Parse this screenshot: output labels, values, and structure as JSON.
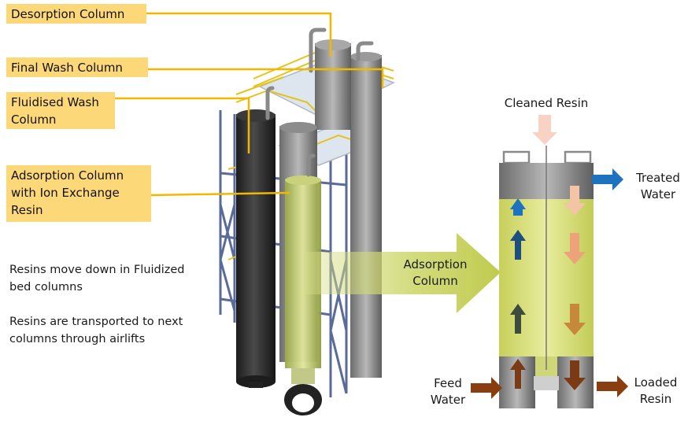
{
  "labels": {
    "desorption": "Desorption Column",
    "final_wash": "Final Wash Column",
    "fluidised_wash": "Fluidised Wash\nColumn",
    "adsorption_ix": "Adsorption Column\nwith Ion Exchange\nResin"
  },
  "notes": {
    "resins_move": "Resins move down in Fluidized\nbed columns",
    "resins_transported": "Resins are transported to next\ncolumns through airlifts"
  },
  "arrow_label": "Adsorption\nColumn",
  "flows": {
    "cleaned_resin": "Cleaned Resin",
    "treated_water": "Treated\nWater",
    "feed_water": "Feed\nWater",
    "loaded_resin": "Loaded\nResin"
  },
  "colors": {
    "label_fill": "#fcd878",
    "leader_line": "#f2b800",
    "resin_bed": "#d7e07a",
    "big_arrow": "#c8d45e",
    "water_arrow": "#1e73be",
    "feed_arrow": "#8a3d0f"
  }
}
